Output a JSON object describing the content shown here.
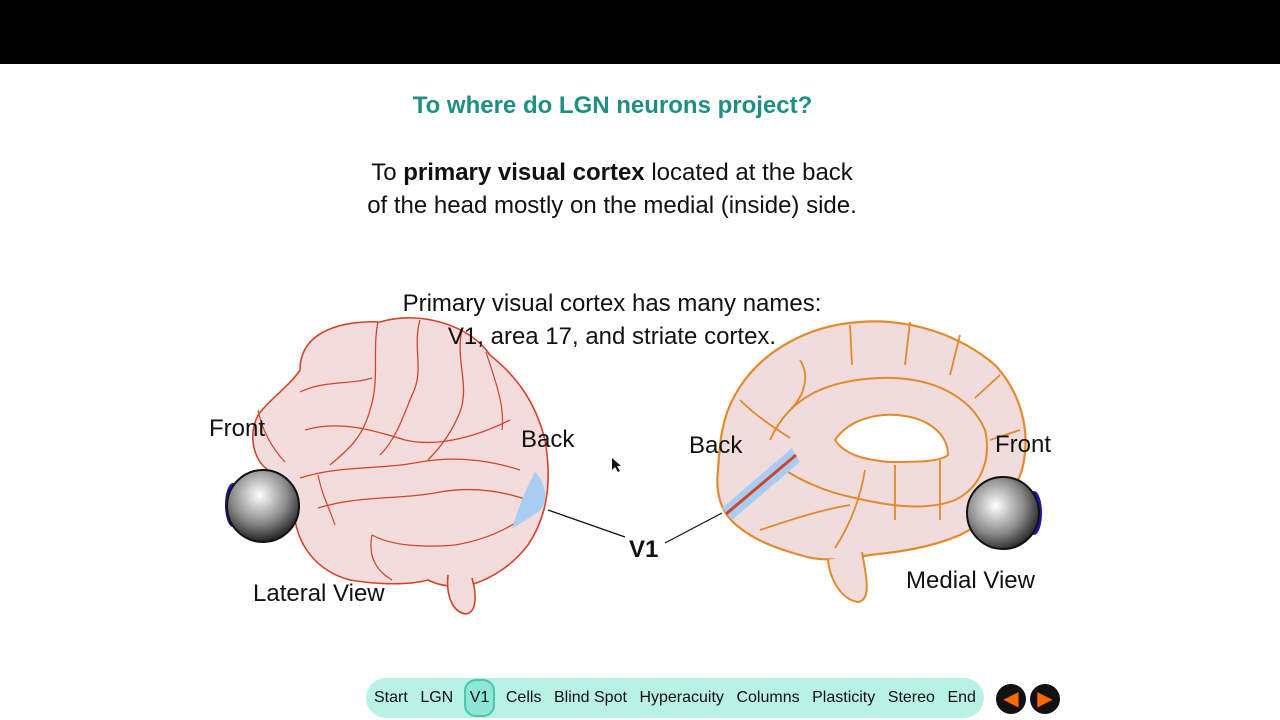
{
  "title": "To where do LGN neurons project?",
  "paragraph1": {
    "prefix": "To ",
    "bold": "primary visual cortex",
    "suffix": " located at the back of the head mostly on the medial (inside) side."
  },
  "paragraph2": {
    "line1": "Primary visual cortex has many names:",
    "line2": "V1, area 17, and striate cortex."
  },
  "labels": {
    "lateral_front": "Front",
    "lateral_back": "Back",
    "lateral_view": "Lateral View",
    "medial_back": "Back",
    "medial_front": "Front",
    "medial_view": "Medial View",
    "v1": "V1"
  },
  "nav": {
    "items": [
      "Start",
      "LGN",
      "V1",
      "Cells",
      "Blind Spot",
      "Hyperacuity",
      "Columns",
      "Plasticity",
      "Stereo",
      "End"
    ],
    "active": "V1"
  },
  "colors": {
    "title": "#1f8f86",
    "nav_bg": "#b9f1e6",
    "brain_fill": "#f5dcdc",
    "lateral_outline": "#d0452a",
    "medial_outline": "#e38a2a",
    "v1_highlight": "#a9cdf2",
    "arrow": "#ff6a00"
  },
  "icons": {
    "prev": "arrow-left-icon",
    "next": "arrow-right-icon"
  }
}
